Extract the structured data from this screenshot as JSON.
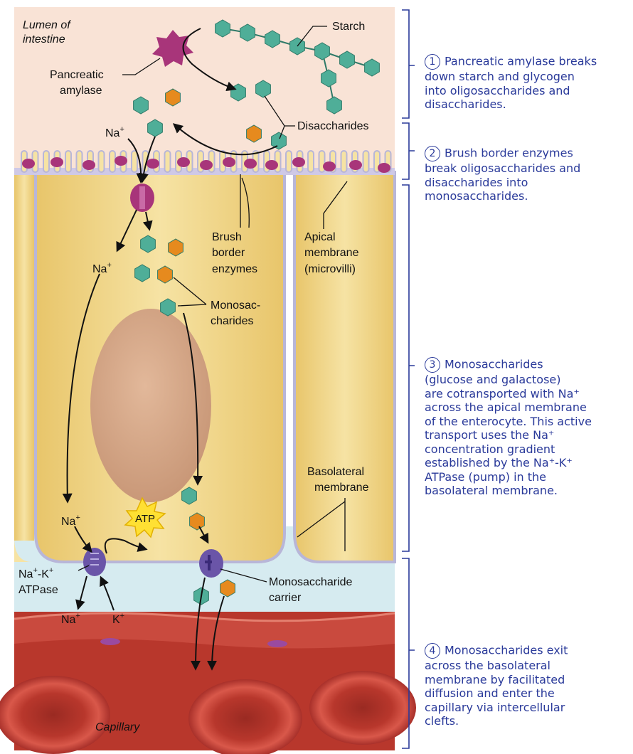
{
  "labels": {
    "lumen_line1": "Lumen of",
    "lumen_line2": "intestine",
    "starch": "Starch",
    "amylase_line1": "Pancreatic",
    "amylase_line2": "amylase",
    "disaccharides": "Disaccharides",
    "na_top": "Na",
    "na_mid": "Na",
    "na_low": "Na",
    "na_bottom": "Na",
    "k_bottom": "K",
    "brush_line1": "Brush",
    "brush_line2": "border",
    "brush_line3": "enzymes",
    "apical_line1": "Apical",
    "apical_line2": "membrane",
    "apical_line3": "(microvilli)",
    "mono_line1": "Monosac-",
    "mono_line2": "charides",
    "basolateral_line1": "Basolateral",
    "basolateral_line2": "membrane",
    "atp": "ATP",
    "nak_line1": "Na",
    "nak_line1_mid": "-K",
    "nak_line2": "ATPase",
    "carrier_line1": "Monosaccharide",
    "carrier_line2": "carrier",
    "capillary": "Capillary",
    "plus": "+"
  },
  "steps": [
    {
      "num": "1",
      "lines": [
        "Pancreatic amylase breaks",
        "down starch and glycogen",
        "into oligosaccharides and",
        "disaccharides."
      ]
    },
    {
      "num": "2",
      "lines": [
        "Brush border enzymes",
        "break oligosaccharides and",
        "disaccharides into",
        "monosaccharides."
      ]
    },
    {
      "num": "3",
      "lines": [
        "Monosaccharides",
        "(glucose and galactose)",
        "are cotransported with Na⁺",
        "across the apical membrane",
        "of the enterocyte. This active",
        "transport uses the Na⁺",
        "concentration gradient",
        "established by the Na⁺-K⁺",
        "ATPase (pump) in the",
        "basolateral membrane."
      ]
    },
    {
      "num": "4",
      "lines": [
        "Monosaccharides exit",
        "across the basolateral",
        "membrane by facilitated",
        "diffusion and enter the",
        "capillary via intercellular",
        "clefts."
      ]
    }
  ],
  "colors": {
    "lumen": "#f9e3d6",
    "cell": "#f3d98a",
    "membrane": "#b8b6d8",
    "interstitial": "#d6ebf0",
    "capillary": "#b8372c",
    "glucose": "#4fae98",
    "galactose": "#e68a1e",
    "enzyme": "#a8357a",
    "transporter": "#6a55a8",
    "step_text": "#2a3a9a",
    "atp": "#ffe033"
  }
}
